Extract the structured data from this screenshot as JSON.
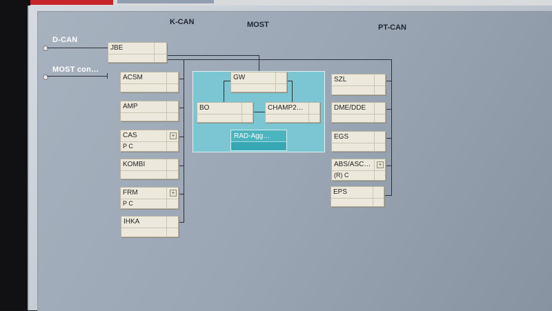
{
  "window": {
    "tab_colors": [
      "#c8252a",
      "#8f9fb0"
    ]
  },
  "buses": {
    "kcan": "K-CAN",
    "most": "MOST",
    "ptcan": "PT-CAN",
    "dcan": "D-CAN",
    "most_con": "MOST con…"
  },
  "ecus": {
    "jbe": {
      "name": "JBE"
    },
    "acsm": {
      "name": "ACSM"
    },
    "amp": {
      "name": "AMP"
    },
    "cas": {
      "name": "CAS",
      "status": "P C"
    },
    "kombi": {
      "name": "KOMBI"
    },
    "frm": {
      "name": "FRM",
      "status": "P C"
    },
    "ihka": {
      "name": "IHKA"
    },
    "gw": {
      "name": "GW"
    },
    "bo": {
      "name": "BO"
    },
    "champ2": {
      "name": "CHAMP2…"
    },
    "rad": {
      "name": "RAD-Agg…"
    },
    "szl": {
      "name": "SZL"
    },
    "dme": {
      "name": "DME/DDE"
    },
    "egs": {
      "name": "EGS"
    },
    "abs": {
      "name": "ABS/ASC…",
      "status": "(R) C"
    },
    "eps": {
      "name": "EPS"
    }
  },
  "colors": {
    "most_group": "#7bc6d2",
    "ecu_box": "#ece9dc",
    "background": "#a7b2bf"
  },
  "icons": {
    "expand": "plus-square-icon",
    "expand_glyph": "+"
  }
}
